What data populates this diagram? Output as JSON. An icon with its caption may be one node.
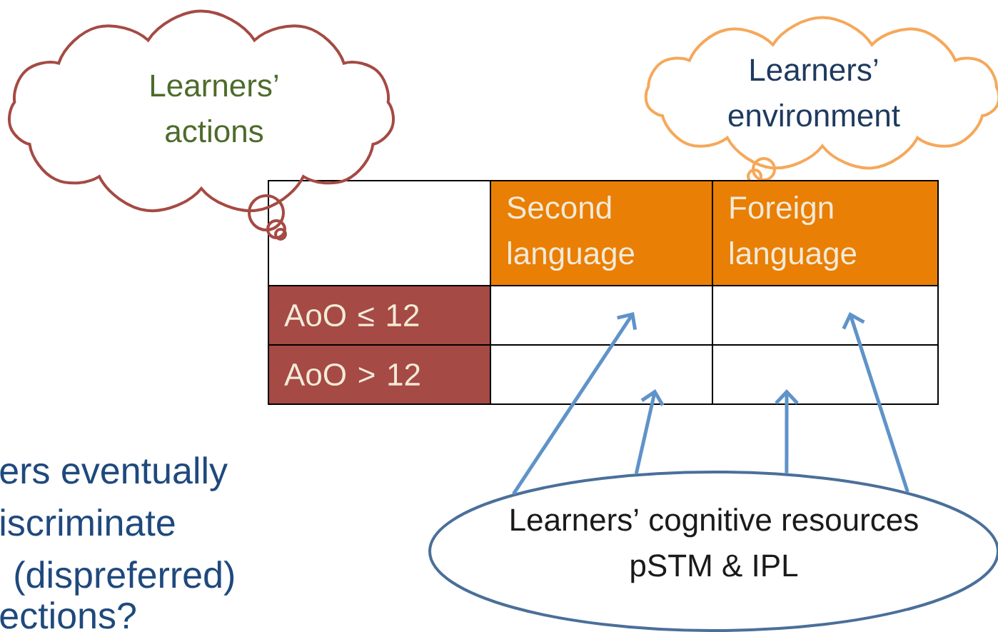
{
  "diagram": {
    "nodes": [
      {
        "text": [
          "Learners’ actions"
        ]
      },
      {
        "text": [
          "Learners’ environment"
        ]
      },
      {
        "text": [
          "Second language"
        ]
      },
      {
        "text": [
          "Foreign language"
        ]
      },
      {
        "text": [
          "AoO ≤ 12"
        ]
      },
      {
        "text": [
          "AoO > 12"
        ]
      },
      {
        "text": [
          "Learners’ cognitive resources",
          "pSTM & IPL"
        ]
      }
    ],
    "edges": [
      {
        "from": 6,
        "to": null,
        "arrow": "to"
      },
      {
        "from": 6,
        "to": null,
        "arrow": "to"
      },
      {
        "from": 6,
        "to": null,
        "arrow": "to"
      },
      {
        "from": 6,
        "to": null,
        "arrow": "to"
      }
    ],
    "labels": [
      "ers eventually",
      "iscriminate",
      "(dispreferred)",
      "ections?"
    ]
  }
}
